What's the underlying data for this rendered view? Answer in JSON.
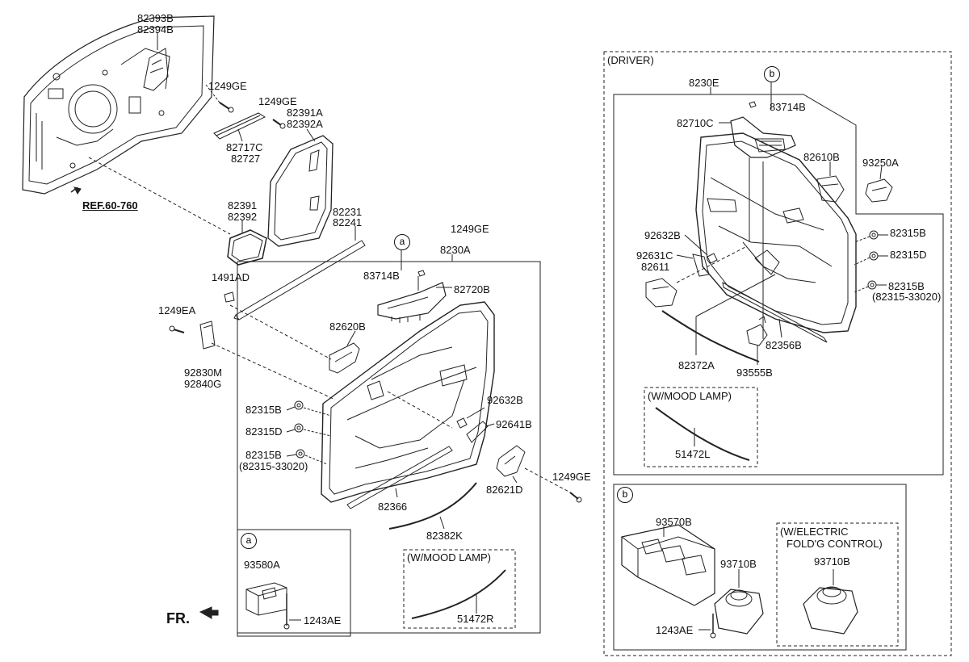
{
  "labels": {
    "p82393B": "82393B",
    "p82394B": "82394B",
    "p1249GE_a": "1249GE",
    "p1249GE_b": "1249GE",
    "p82391A": "82391A",
    "p82392A": "82392A",
    "p82717C": "82717C",
    "p82727": "82727",
    "ref": "REF.60-760",
    "p82391": "82391",
    "p82392": "82392",
    "p82231": "82231",
    "p82241": "82241",
    "p1491AD": "1491AD",
    "p1249GE_c": "1249GE",
    "p8230A": "8230A",
    "p83714B_a": "83714B",
    "p82720B": "82720B",
    "p1249EA": "1249EA",
    "p82620B": "82620B",
    "p92830M": "92830M",
    "p92840G": "92840G",
    "p82315B_a": "82315B",
    "p92632B_a": "92632B",
    "p82315D_a": "82315D",
    "p92641B": "92641B",
    "p82315B_b": "82315B",
    "p82315_33020_a": "(82315-33020)",
    "p1249GE_d": "1249GE",
    "p82621D": "82621D",
    "p82366": "82366",
    "p82382K": "82382K",
    "mood_a": "(W/MOOD LAMP)",
    "p51472R": "51472R",
    "p93580A": "93580A",
    "p1243AE_a": "1243AE",
    "fr": "FR.",
    "driver": "(DRIVER)",
    "p8230E": "8230E",
    "p83714B_b": "83714B",
    "p82710C": "82710C",
    "p82610B": "82610B",
    "p93250A": "93250A",
    "p92632B_b": "92632B",
    "p92631C": "92631C",
    "p82611": "82611",
    "p82315B_c": "82315B",
    "p82315D_b": "82315D",
    "p82315B_d": "82315B",
    "p82315_33020_b": "(82315-33020)",
    "p82356B": "82356B",
    "p82372A": "82372A",
    "p93555B": "93555B",
    "mood_b": "(W/MOOD LAMP)",
    "p51472L": "51472L",
    "p93570B": "93570B",
    "p93710B_a": "93710B",
    "p1243AE_b": "1243AE",
    "electric_1": "(W/ELECTRIC",
    "electric_2": "FOLD'G CONTROL)",
    "p93710B_b": "93710B",
    "circle_a": "a",
    "circle_b": "b"
  }
}
